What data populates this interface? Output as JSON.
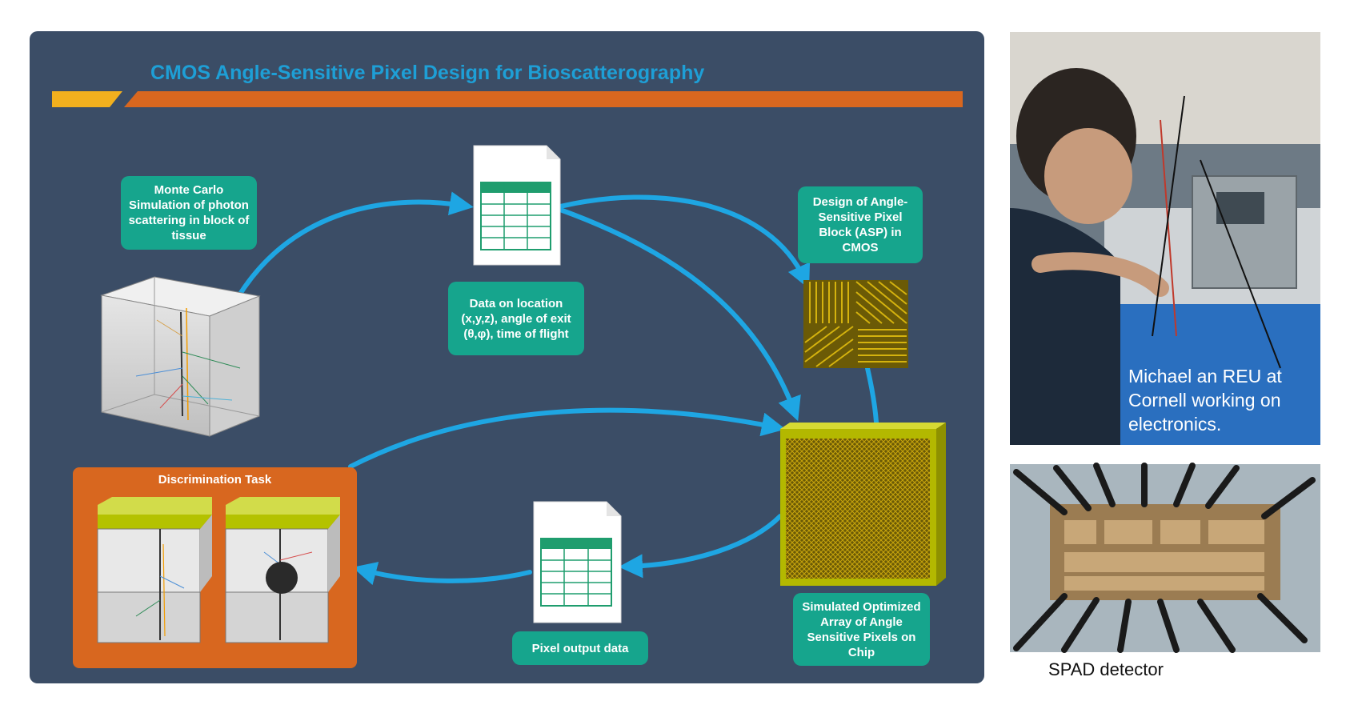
{
  "title": "CMOS Angle-Sensitive Pixel Design for Bioscatterography",
  "boxes": {
    "monte_carlo": "Monte Carlo Simulation of photon scattering in block of tissue",
    "data_location": "Data on location (x,y,z), angle of exit (θ,φ), time of flight",
    "asp_design": "Design of Angle-Sensitive Pixel Block (ASP) in CMOS",
    "simulated_array": "Simulated Optimized Array of Angle Sensitive Pixels on Chip",
    "pixel_output": "Pixel output data",
    "discrimination": "Discrimination Task"
  },
  "photos": {
    "lab_caption": "Michael an REU at Cornell working on electronics.",
    "spad_caption": "SPAD detector"
  },
  "colors": {
    "panel": "#3b4d66",
    "title": "#1e9fd6",
    "teal_box": "#16a58d",
    "arrow": "#1ea6e3",
    "orange_bar": "#d8671f",
    "yellow_bar": "#f2b01e",
    "chip": "#b3b800",
    "discrimination_bg": "#d8671f"
  }
}
